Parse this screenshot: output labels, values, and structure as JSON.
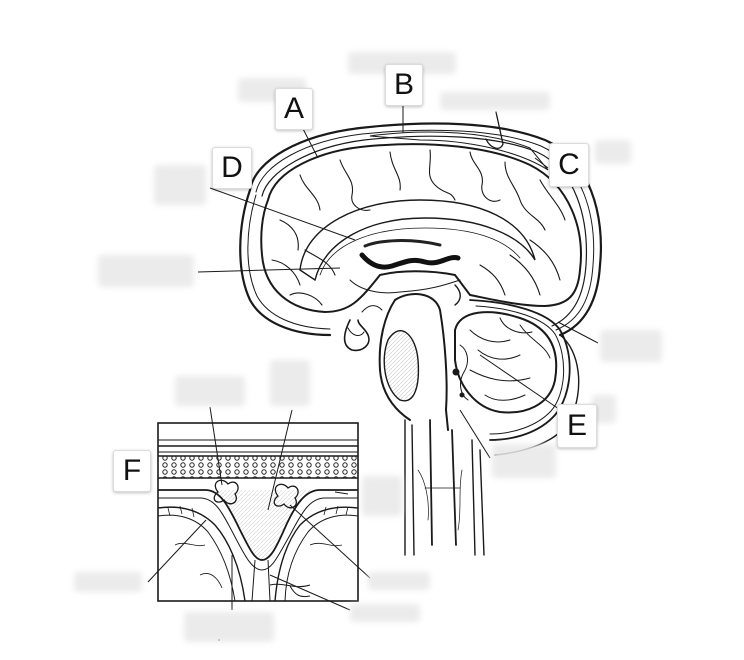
{
  "labels": {
    "a": "A",
    "b": "B",
    "c": "C",
    "d": "D",
    "e": "E",
    "f": "F"
  },
  "colors": {
    "ink": "#1a1a1a",
    "hidden_label": "#e8e8e8",
    "background": "#ffffff"
  }
}
